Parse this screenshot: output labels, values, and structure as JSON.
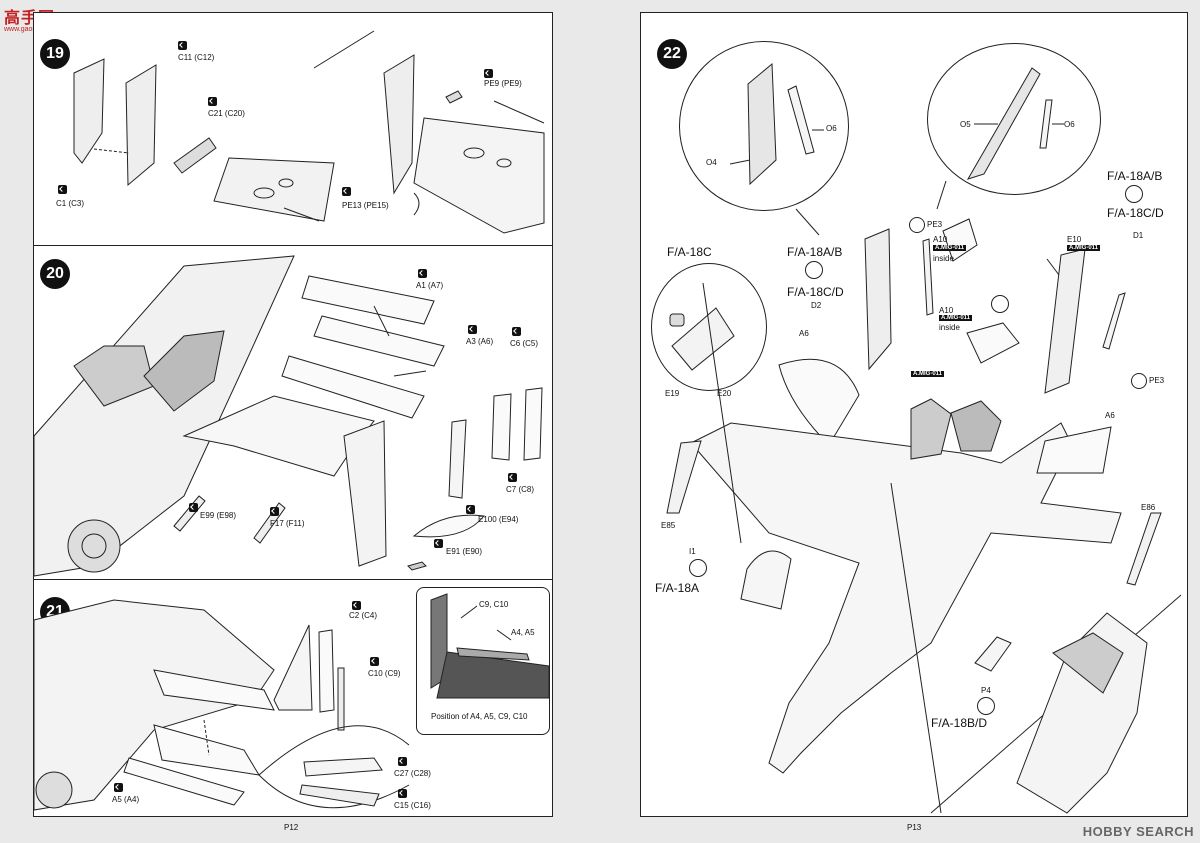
{
  "watermark": {
    "top_cn": "高手网",
    "top_url": "www.gaoshou.com",
    "bottom": "HOBBY SEARCH"
  },
  "left_page": {
    "page_number": "P12",
    "steps": {
      "s19": {
        "number": "19",
        "labels": [
          "C11 (C12)",
          "C21 (C20)",
          "C1 (C3)",
          "PE9 (PE9)",
          "PE13 (PE15)"
        ]
      },
      "s20": {
        "number": "20",
        "labels": [
          "A1 (A7)",
          "A3 (A6)",
          "C6 (C5)",
          "C7 (C8)",
          "E99 (E98)",
          "F17 (F11)",
          "E100 (E94)",
          "E91 (E90)"
        ]
      },
      "s21": {
        "number": "21",
        "labels": [
          "C2 (C4)",
          "C10 (C9)",
          "A5 (A4)",
          "C27 (C28)",
          "C15 (C16)"
        ],
        "inset": {
          "labels": [
            "C9, C10",
            "A4, A5"
          ],
          "caption": "Position of A4, A5, C9, C10"
        }
      }
    }
  },
  "right_page": {
    "page_number": "P13",
    "step": "22",
    "labels": {
      "o4": "O4",
      "o6a": "O6",
      "o5": "O5",
      "o6b": "O6",
      "fa18ab_top": "F/A-18A/B",
      "fa18cd_top": "F/A-18C/D",
      "fa18c": "F/A-18C",
      "e19": "E19",
      "e20": "E20",
      "fa18ab_mid": "F/A-18A/B",
      "fa18cd_mid": "F/A-18C/D",
      "d2": "D2",
      "pe3a": "PE3",
      "a10a": "A10",
      "mig_a": "A.MIG-011",
      "inside_a": "inside",
      "e10": "E10",
      "mig_b": "A.MIG-011",
      "d1": "D1",
      "a10b": "A10",
      "mig_c": "A.MIG-011",
      "inside_b": "inside",
      "a6a": "A6",
      "mig_d": "A.MIG-011",
      "pe3b": "PE3",
      "a6b": "A6",
      "e85": "E85",
      "e86": "E86",
      "i1": "I1",
      "fa18a": "F/A-18A",
      "p4": "P4",
      "fa18bd": "F/A-18B/D"
    }
  }
}
